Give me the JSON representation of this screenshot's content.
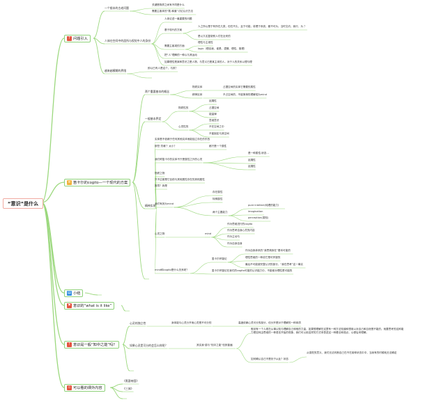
{
  "root": {
    "label": "“意识”是什么"
  },
  "branches": [
    {
      "id": "b1",
      "label": "问题引入",
      "icon": "question-icon",
      "icon_glyph": "?",
      "children": [
        {
          "label": "一个根本的古老问题",
          "children": [
            {
              "label": "关键是物质之间有不同是什么"
            },
            {
              "label": "需要主客体的“载-释道”讨论认识方法"
            }
          ]
        },
        {
          "label": "人体在空间中的居所与视觉中人的身份",
          "children": [
            {
              "label": "人体论述一最重要的问题"
            },
            {
              "label": "基于现代的方案",
              "children": [
                {
                  "label": "人之所以是于有所在几类，但在不久，且于可能，将理于系统，都不可为，当时文约，我行，为 ？"
                },
                {
                  "label": "是以又名复制别人们在近来的"
                }
              ]
            },
            {
              "label": "需要主客观的方面",
              "children": [
                {
                  "label": "理性与主观性"
                },
                {
                  "label": "logic（理自我、谁是、逻辑、理性、推理）"
                }
              ]
            },
            {
              "label": "把“人”理解的一种以与其运动"
            },
            {
              "label": "如果理性是某种意识之是人物，与意义已是某主体的人，对于人的关系以理与理"
            }
          ]
        },
        {
          "label": "越来越模糊的界限",
          "children": [
            {
              "label": "即以已有人是这个，与其？"
            },
            {
              "label": ""
            }
          ]
        }
      ]
    },
    {
      "id": "b2",
      "label": "笛卡尔的cogito—一个现代的方案",
      "icon": "document-icon",
      "icon_glyph": "≡",
      "children": [
        {
          "label": "两个重要基本的概念",
          "children": [
            {
              "label": "物质实体",
              "children": [
                {
                  "label": "占据空间的实体它需要的属性"
                }
              ]
            },
            {
              "label": "精神实体",
              "children": [
                {
                  "label": "不占空间的，不能简单的理解成为mind"
                }
              ]
            }
          ]
        },
        {
          "label": "一般基本界定",
          "children": [
            {
              "label": "物质性的",
              "children": [
                {
                  "label": "延展性"
                },
                {
                  "label": "占据空间"
                },
                {
                  "label": "能量律"
                }
              ]
            },
            {
              "label": "心灵性的",
              "children": [
                {
                  "label": "意维意识"
                },
                {
                  "label": "不在空间之中"
                },
                {
                  "label": "不能固定与其空间"
                }
              ]
            }
          ]
        },
        {
          "label": "精神实体",
          "children": [
            {
              "label": "实体是不依赖于任何其他实体而能独立存在的东西"
            },
            {
              "label": "那些‘灵魂’？太小？",
              "children": [
                {
                  "label": "都只是一个属性"
                }
              ]
            },
            {
              "label": "我们称笛卡尔的实体不只是属性之外的心灵",
              "children": [
                {
                  "label": "是一种属性/状态…"
                },
                {
                  "label": "延展性"
                },
                {
                  "label": "延展性"
                }
              ]
            },
            {
              "label": "物质之物"
            },
            {
              "label": "只不过都是它目前与其他属性存在的其他属性"
            },
            {
              "label": "推导？我是"
            },
            {
              "label": "我们有其为mind",
              "children": [
                {
                  "label": "存在属性"
                },
                {
                  "label": "特殊属性"
                },
                {
                  "label": "两个主要能力",
                  "children": [
                    {
                      "label": "pure intellect/纯理的能力）"
                    },
                    {
                      "label": "imagination"
                    },
                    {
                      "label": "perception(感知)"
                    }
                  ]
                }
              ]
            },
            {
              "label": "心灵之物",
              "children": [
                {
                  "label": "mind",
                  "children": [
                    {
                      "label": "作为思维进行的cogito"
                    },
                    {
                      "label": "作为思考自身心灵的内容"
                    },
                    {
                      "label": "作为主动与"
                    },
                    {
                      "label": "作为自身自身"
                    }
                  ]
                }
              ]
            },
            {
              "label": "mind和cogito是什么关系呢？",
              "children": [
                {
                  "label": "笛卡尔怀疑论",
                  "children": [
                    {
                      "label": "作为自我体系的“我思故我在”基本可能的"
                    },
                    {
                      "label": "理性思维的一种说它是可怀疑的"
                    },
                    {
                      "label": "最后不可能被完整认识的部分，“我在思考”这一事实"
                    }
                  ]
                },
                {
                  "label": "笛卡尔怀疑论在我们的cogito可能的认识能力中，不能使对理性是可能的"
                }
              ]
            }
          ]
        },
        {
          "label": ""
        }
      ]
    },
    {
      "id": "b3",
      "label": "小结",
      "icon": "calendar-icon",
      "icon_glyph": "▤",
      "children": [
        {
          "label": ""
        }
      ]
    },
    {
      "id": "b4",
      "label": "意识的“what is it like”",
      "icon": "flag-icon",
      "icon_glyph": "⚑",
      "children": [
        {
          "label": ""
        }
      ]
    },
    {
      "id": "b5",
      "label": "意识是一般“知中之能”吗？",
      "icon": "warning-icon",
      "icon_glyph": "!",
      "children": [
        {
          "label": "心灵的独立性",
          "children": [
            {
              "label": "身体能与心灵分开而心灵是不可分的",
              "children": [
                {
                  "label": "高度依赖心灵可分的部分，但分开是对于理解的一种体质"
                }
              ]
            }
          ]
        },
        {
          "label": "如果心灵是可分的会怎么样呢？",
          "children": [
            {
              "label": "其实我·感与“知中之能”但其普遍",
              "children": [
                {
                  "label": "假设有一个人现在从事认知与理解自己和他的力量，如果想理解在这里有一种方法知道和想用以对自己和自然是不能的，就要思考的这种能力是如何由思维的一种语言开始的现象，我们可以用这样的方式来表述这一种看法和观点，以便后来理解。"
                },
                {
                  "label": "如何确认自己不是处于从此？状态",
                  "children": [
                    {
                      "label": "从感觉的意义、我们无法判断自己在不在某种状态中中，当我有的时候就无法确定"
                    }
                  ]
                }
              ]
            }
          ]
        },
        {
          "label": ""
        }
      ]
    },
    {
      "id": "b6",
      "label": "可以看的课外内容",
      "icon": "star-icon",
      "icon_glyph": "✩",
      "children": [
        {
          "label": "《黑客帝国》"
        },
        {
          "label": "《三体》"
        },
        {
          "label": ""
        }
      ]
    }
  ],
  "colors": {
    "line": "#9bd87d",
    "node_border": "#8fd17a",
    "root_border": "#f0aaa0",
    "b1_icon": "#e4533f",
    "b2_icon": "#f0b23a",
    "b3_icon": "#2f8de0",
    "b4_icon": "#e4533f",
    "b5_icon": "#e4533f",
    "b6_icon": "#e4533f"
  }
}
